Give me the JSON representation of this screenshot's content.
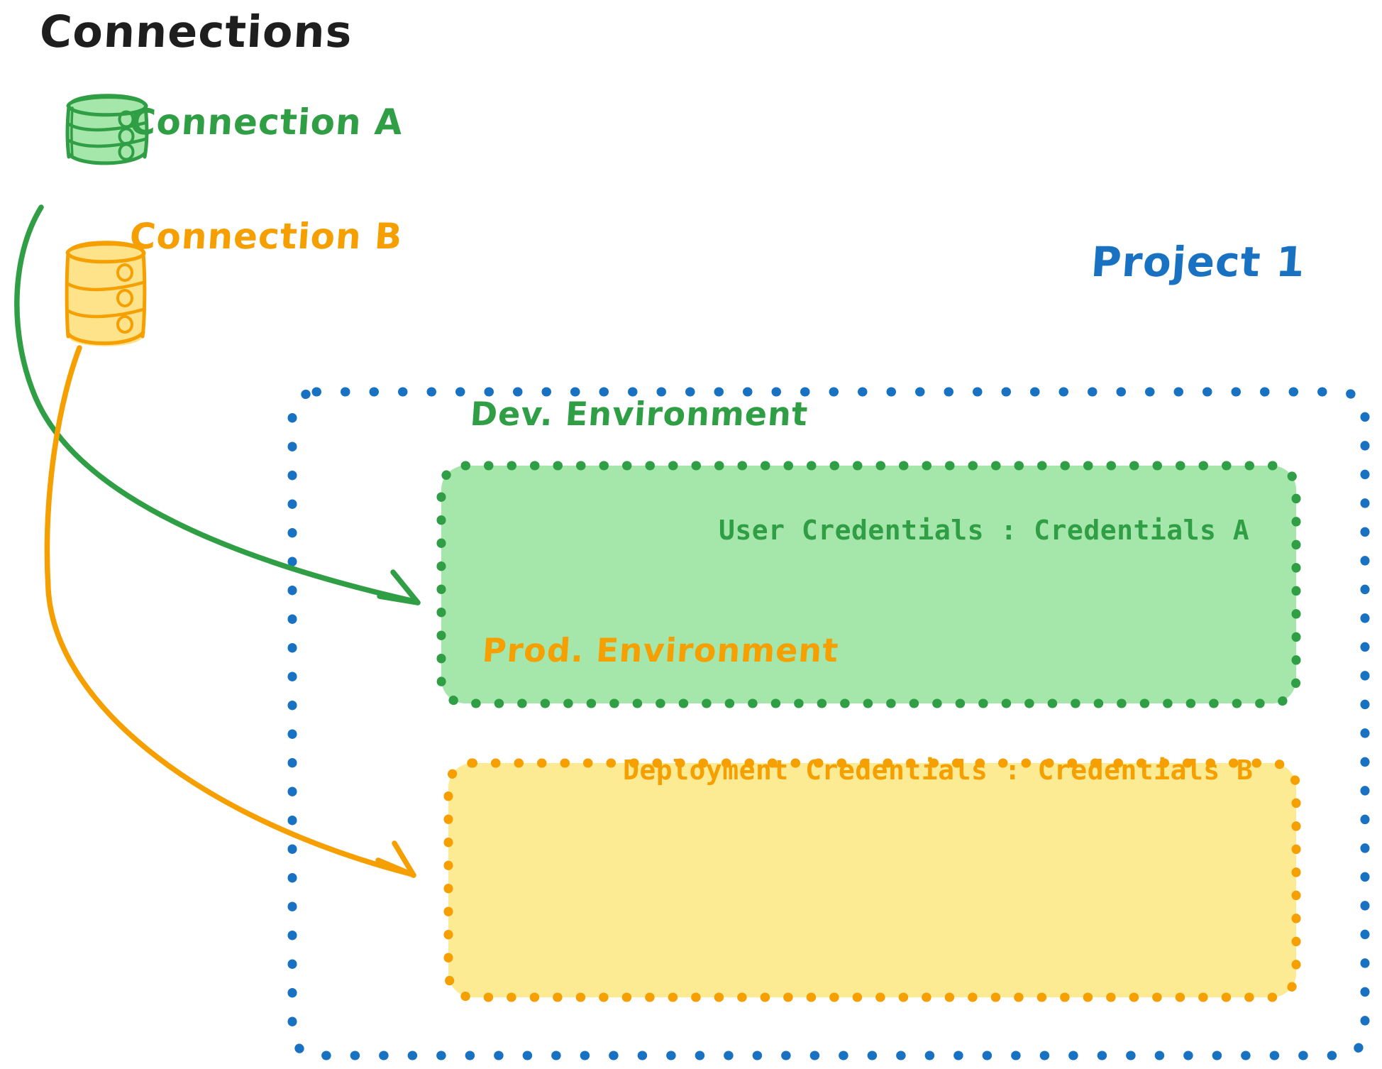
{
  "diagram": {
    "title": "Connections",
    "connections": [
      {
        "id": "connection-a",
        "label": "Connection A",
        "color": "#2f9e44",
        "fill": "#a5e6ab",
        "icon": "database-cylinder-icon"
      },
      {
        "id": "connection-b",
        "label": "Connection B",
        "color": "#f59f00",
        "fill": "#ffe38a",
        "icon": "database-cylinder-icon"
      }
    ],
    "project": {
      "label": "Project 1",
      "color": "#1971c2",
      "border_style": "dotted",
      "environments": [
        {
          "id": "dev-environment",
          "title": "Dev. Environment",
          "credential_label": "User Credentials",
          "credential_separator": ":",
          "credential_value": "Credentials A",
          "credential_line": "User Credentials : Credentials A",
          "color": "#2f9e44",
          "fill": "#a5e6ab",
          "border_style": "dotted"
        },
        {
          "id": "prod-environment",
          "title": "Prod. Environment",
          "credential_label": "Deployment Credentials",
          "credential_separator": ":",
          "credential_value": "Credentials B",
          "credential_line": "Deployment Credentials : Credentials B",
          "color": "#f59f00",
          "fill": "#fdeb94",
          "border_style": "dotted"
        }
      ]
    },
    "arrows": [
      {
        "id": "arrow-connection-a-to-dev",
        "from": "connection-a",
        "to": "dev-environment",
        "color": "#2f9e44"
      },
      {
        "id": "arrow-connection-b-to-prod",
        "from": "connection-b",
        "to": "prod-environment",
        "color": "#f59f00"
      }
    ]
  }
}
